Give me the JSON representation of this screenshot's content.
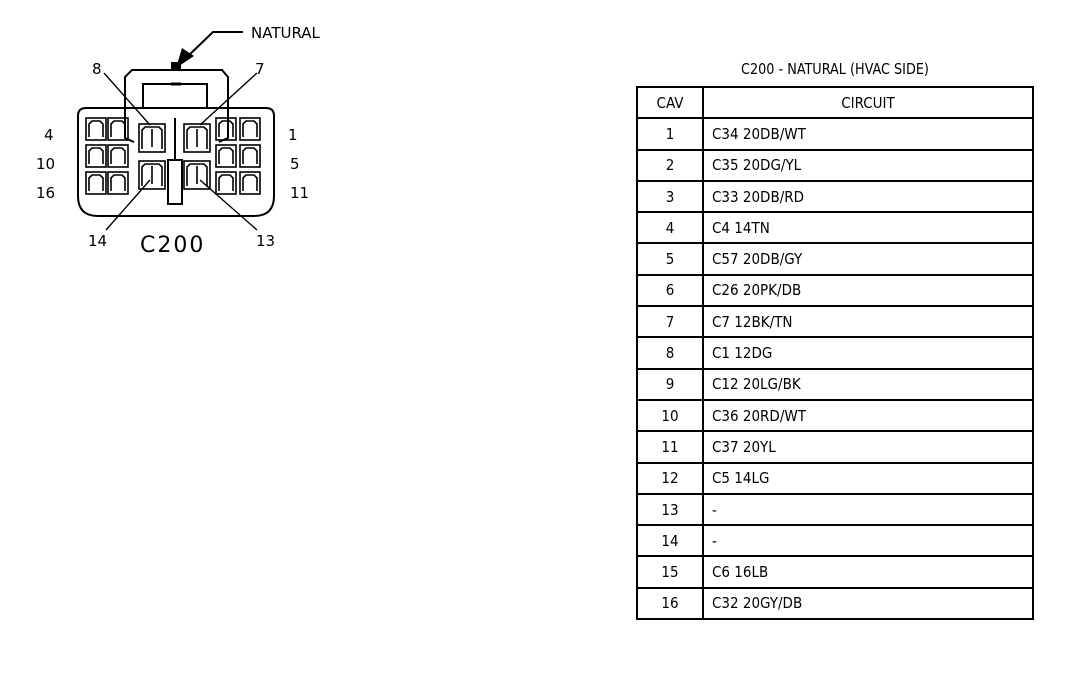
{
  "connector": {
    "color_label": "NATURAL",
    "name": "C200",
    "pin_labels": {
      "p1": "1",
      "p4": "4",
      "p5": "5",
      "p7": "7",
      "p8": "8",
      "p10": "10",
      "p11": "11",
      "p13": "13",
      "p14": "14",
      "p16": "16"
    }
  },
  "table": {
    "title": "C200 - NATURAL (HVAC SIDE)",
    "headers": {
      "cav": "CAV",
      "circuit": "CIRCUIT"
    },
    "rows": [
      {
        "cav": "1",
        "circuit": "C34  20DB/WT"
      },
      {
        "cav": "2",
        "circuit": "C35  20DG/YL"
      },
      {
        "cav": "3",
        "circuit": "C33  20DB/RD"
      },
      {
        "cav": "4",
        "circuit": "C4 14TN"
      },
      {
        "cav": "5",
        "circuit": "C57  20DB/GY"
      },
      {
        "cav": "6",
        "circuit": "C26  20PK/DB"
      },
      {
        "cav": "7",
        "circuit": "C7 12BK/TN"
      },
      {
        "cav": "8",
        "circuit": "C1  12DG"
      },
      {
        "cav": "9",
        "circuit": "C12  20LG/BK"
      },
      {
        "cav": "10",
        "circuit": "C36  20RD/WT"
      },
      {
        "cav": "11",
        "circuit": "C37  20YL"
      },
      {
        "cav": "12",
        "circuit": "C5 14LG"
      },
      {
        "cav": "13",
        "circuit": "-"
      },
      {
        "cav": "14",
        "circuit": "-"
      },
      {
        "cav": "15",
        "circuit": "C6  16LB"
      },
      {
        "cav": "16",
        "circuit": "C32  20GY/DB"
      }
    ]
  }
}
